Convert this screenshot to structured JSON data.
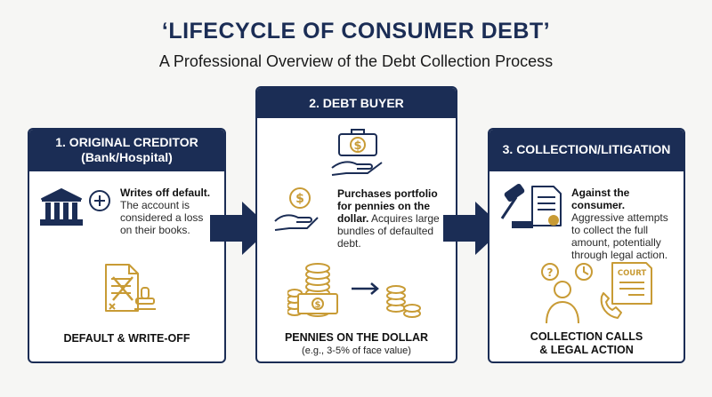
{
  "header": {
    "title": "‘LIFECYCLE OF CONSUMER DEBT’",
    "subtitle": "A Professional Overview of the Debt Collection Process"
  },
  "stages": [
    {
      "heading_line1": "1. ORIGINAL CREDITOR",
      "heading_line2": "(Bank/Hospital)",
      "desc_bold": "Writes off default.",
      "desc_text": "The account is considered a loss on their books.",
      "footer": "DEFAULT & WRITE-OFF"
    },
    {
      "heading": "2. DEBT BUYER",
      "desc_bold": "Purchases portfolio for pennies on the dollar.",
      "desc_text": "Acquires large bundles of defaulted debt.",
      "footer": "PENNIES ON THE DOLLAR",
      "footer_sub": "(e.g., 3-5% of face value)"
    },
    {
      "heading": "3. COLLECTION/LITIGATION",
      "desc_bold": "Against the consumer.",
      "desc_text": "Aggressive attempts to collect the full amount, potentially through legal action.",
      "footer_line1": "COLLECTION CALLS",
      "footer_line2": "& LEGAL ACTION",
      "court_label": "COURT"
    }
  ],
  "icons": {
    "stage1": [
      "bank-icon",
      "plus-circle-icon",
      "crossed-document-icon",
      "stamp-icon"
    ],
    "stage2": [
      "briefcase-dollar-icon",
      "hand-coin-icon",
      "coin-stacks-icon",
      "cash-bill-icon",
      "arrow-right-icon"
    ],
    "stage3": [
      "gavel-icon",
      "legal-document-icon",
      "confused-person-icon",
      "clock-icon",
      "phone-icon",
      "court-document-icon"
    ]
  },
  "colors": {
    "navy": "#1b2d55",
    "gold": "#c89b35",
    "background": "#f6f6f4"
  }
}
